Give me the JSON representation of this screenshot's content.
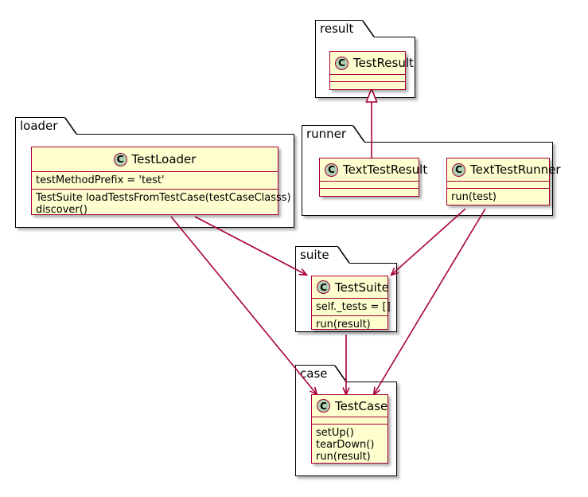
{
  "diagram": {
    "type": "uml-class-diagram",
    "title": "unittest framework class diagram",
    "colors": {
      "class_fill": "#FEFECE",
      "class_border": "#A80036",
      "icon_fill": "#ADD1B2",
      "package_border": "#000000",
      "background": "#FFFFFF",
      "link": "#A80036"
    }
  },
  "packages": [
    {
      "id": "result",
      "label": "result",
      "classes": [
        {
          "id": "TestResult",
          "name": "TestResult",
          "icon": "class-circle-icon",
          "attributes": [],
          "methods": []
        }
      ]
    },
    {
      "id": "loader",
      "label": "loader",
      "classes": [
        {
          "id": "TestLoader",
          "name": "TestLoader",
          "icon": "class-circle-icon",
          "attributes": [
            "testMethodPrefix = 'test'"
          ],
          "methods": [
            "TestSuite loadTestsFromTestCase(testCaseClasss)",
            "discover()"
          ]
        }
      ]
    },
    {
      "id": "runner",
      "label": "runner",
      "classes": [
        {
          "id": "TextTestResult",
          "name": "TextTestResult",
          "icon": "class-circle-icon",
          "attributes": [],
          "methods": []
        },
        {
          "id": "TextTestRunner",
          "name": "TextTestRunner",
          "icon": "class-circle-icon",
          "attributes": [],
          "methods": [
            "run(test)"
          ]
        }
      ]
    },
    {
      "id": "suite",
      "label": "suite",
      "classes": [
        {
          "id": "TestSuite",
          "name": "TestSuite",
          "icon": "class-circle-icon",
          "attributes": [
            "self._tests = []"
          ],
          "methods": [
            "run(result)"
          ]
        }
      ]
    },
    {
      "id": "case",
      "label": "case",
      "classes": [
        {
          "id": "TestCase",
          "name": "TestCase",
          "icon": "class-circle-icon",
          "attributes": [],
          "methods": [
            "setUp()",
            "tearDown()",
            "run(result)"
          ]
        }
      ]
    }
  ],
  "relationships": [
    {
      "from": "TextTestResult",
      "to": "TestResult",
      "kind": "inheritance",
      "arrow": "hollow-triangle"
    },
    {
      "from": "TestLoader",
      "to": "TestSuite",
      "kind": "association",
      "arrow": "open-arrow"
    },
    {
      "from": "TestLoader",
      "to": "TestCase",
      "kind": "association",
      "arrow": "open-arrow"
    },
    {
      "from": "TextTestRunner",
      "to": "TestSuite",
      "kind": "association",
      "arrow": "open-arrow"
    },
    {
      "from": "TextTestRunner",
      "to": "TestCase",
      "kind": "association",
      "arrow": "open-arrow"
    },
    {
      "from": "TestSuite",
      "to": "TestCase",
      "kind": "association",
      "arrow": "open-arrow"
    }
  ]
}
